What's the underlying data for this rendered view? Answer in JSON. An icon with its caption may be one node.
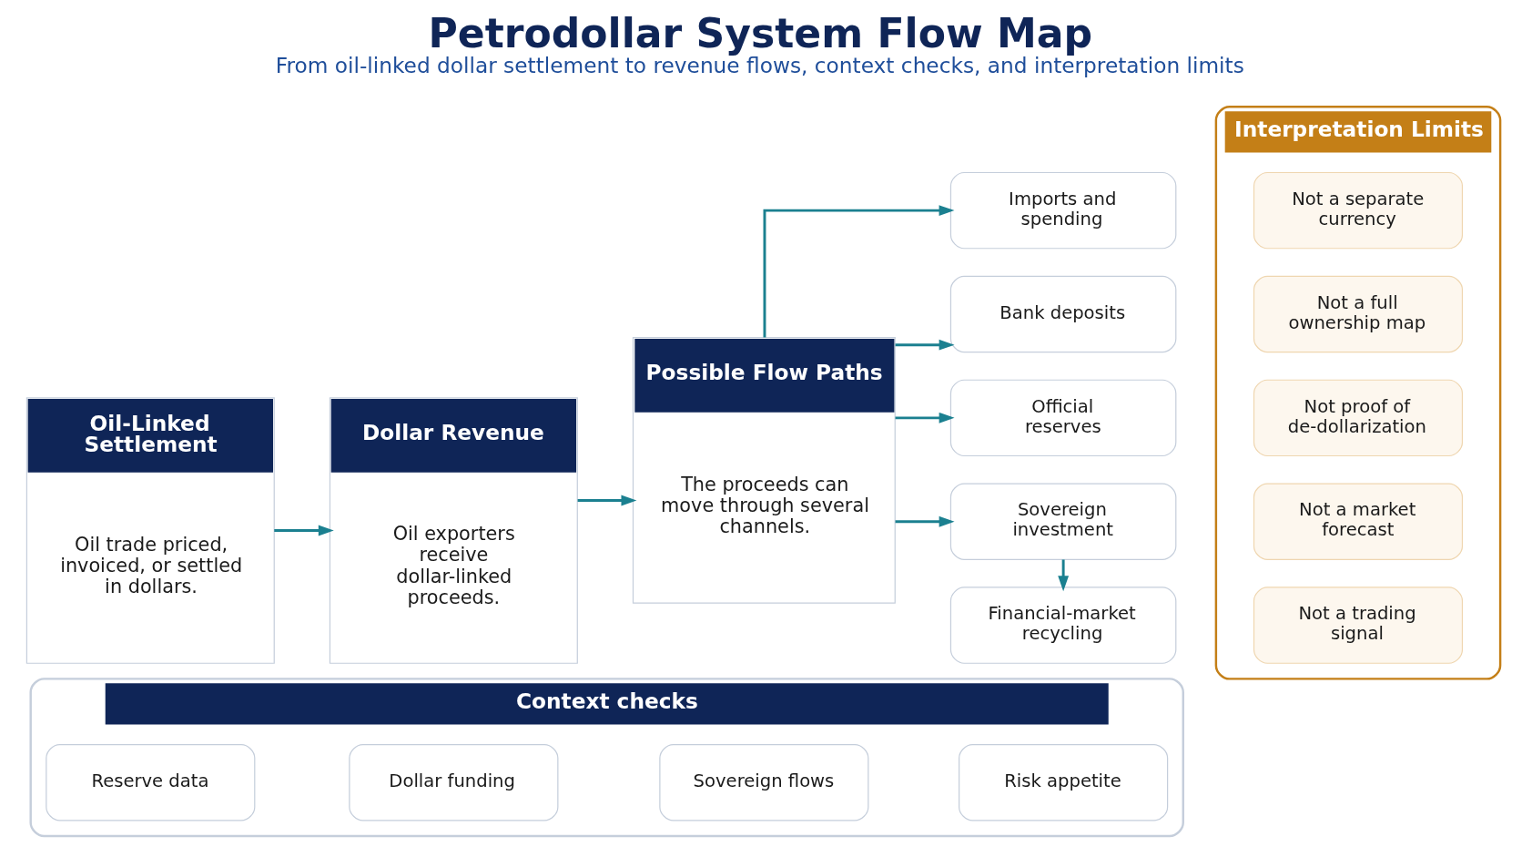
{
  "diagram": {
    "title": "Petrodollar System Flow Map",
    "caption": "From oil-linked dollar settlement to revenue flows, context checks, and interpretation limits",
    "nodes": [
      {
        "text": [
          "Oil-Linked Settlement",
          "Oil trade priced, invoiced, or settled in dollars."
        ]
      },
      {
        "text": [
          "Dollar Revenue",
          "Oil exporters receive dollar-linked proceeds."
        ]
      },
      {
        "text": [
          "Possible Flow Paths",
          "The proceeds can move through several channels."
        ]
      },
      {
        "text": [
          "Imports and spending"
        ]
      },
      {
        "text": [
          "Bank deposits"
        ]
      },
      {
        "text": [
          "Official reserves"
        ]
      },
      {
        "text": [
          "Sovereign investment"
        ]
      },
      {
        "text": [
          "Financial-market recycling"
        ]
      },
      {
        "text": [
          "Interpretation Limits"
        ]
      },
      {
        "text": [
          "Not a separate currency"
        ],
        "in": 8
      },
      {
        "text": [
          "Not a full ownership map"
        ],
        "in": 8
      },
      {
        "text": [
          "Not proof of de-dollarization"
        ],
        "in": 8
      },
      {
        "text": [
          "Not a market forecast"
        ],
        "in": 8
      },
      {
        "text": [
          "Not a trading signal"
        ],
        "in": 8
      },
      {
        "text": [
          "Context checks"
        ]
      },
      {
        "text": [
          "Reserve data"
        ],
        "in": 14
      },
      {
        "text": [
          "Dollar funding"
        ],
        "in": 14
      },
      {
        "text": [
          "Sovereign flows"
        ],
        "in": 14
      },
      {
        "text": [
          "Risk appetite"
        ],
        "in": 14
      }
    ],
    "edges": [
      {
        "from": 0,
        "to": 1,
        "arrow": "to"
      },
      {
        "from": 1,
        "to": 2,
        "arrow": "to"
      },
      {
        "from": 2,
        "to": 3,
        "arrow": "to"
      },
      {
        "from": 2,
        "to": 4,
        "arrow": "to"
      },
      {
        "from": 2,
        "to": 5,
        "arrow": "to"
      },
      {
        "from": 2,
        "to": 6,
        "arrow": "to"
      },
      {
        "from": 6,
        "to": 7,
        "arrow": "to"
      }
    ]
  }
}
